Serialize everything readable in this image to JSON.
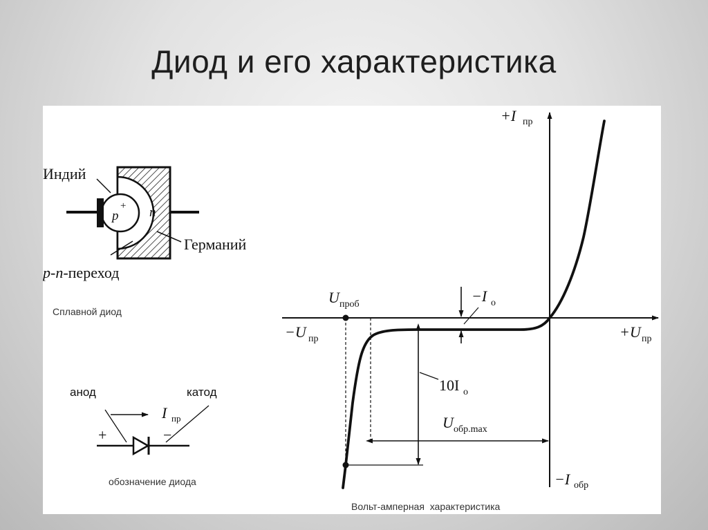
{
  "slide": {
    "title": "Диод и его характеристика"
  },
  "alloy_diode": {
    "label_indium": "Индий",
    "label_germanium": "Германий",
    "label_p": "p",
    "label_plus": "+",
    "label_n": "n",
    "label_junction_p": "p",
    "label_junction_sep1": "-",
    "label_junction_n": "n",
    "label_junction_rest": "-переход",
    "caption": "Сплавной диод"
  },
  "diode_symbol": {
    "label_anode": "анод",
    "label_cathode": "катод",
    "label_plus": "+",
    "label_minus": "−",
    "current_I": "I",
    "current_sub": "пр",
    "caption": "обозначение диода"
  },
  "iv_curve": {
    "axis_pos_current": "+I",
    "axis_pos_current_sub": "пр",
    "axis_pos_voltage": "+U",
    "axis_pos_voltage_sub": "пр",
    "axis_neg_voltage": "−U",
    "axis_neg_voltage_sub": "пр",
    "axis_neg_current": "−I",
    "axis_neg_current_sub": "обр",
    "breakdown_U": "U",
    "breakdown_sub": "проб",
    "reverse_current": "−I",
    "reverse_current_sub": "о",
    "ten_current": "10I",
    "ten_current_sub": "о",
    "max_reverse_U": "U",
    "max_reverse_sub": "обр.max",
    "caption": "Вольт-амперная  характеристика"
  }
}
